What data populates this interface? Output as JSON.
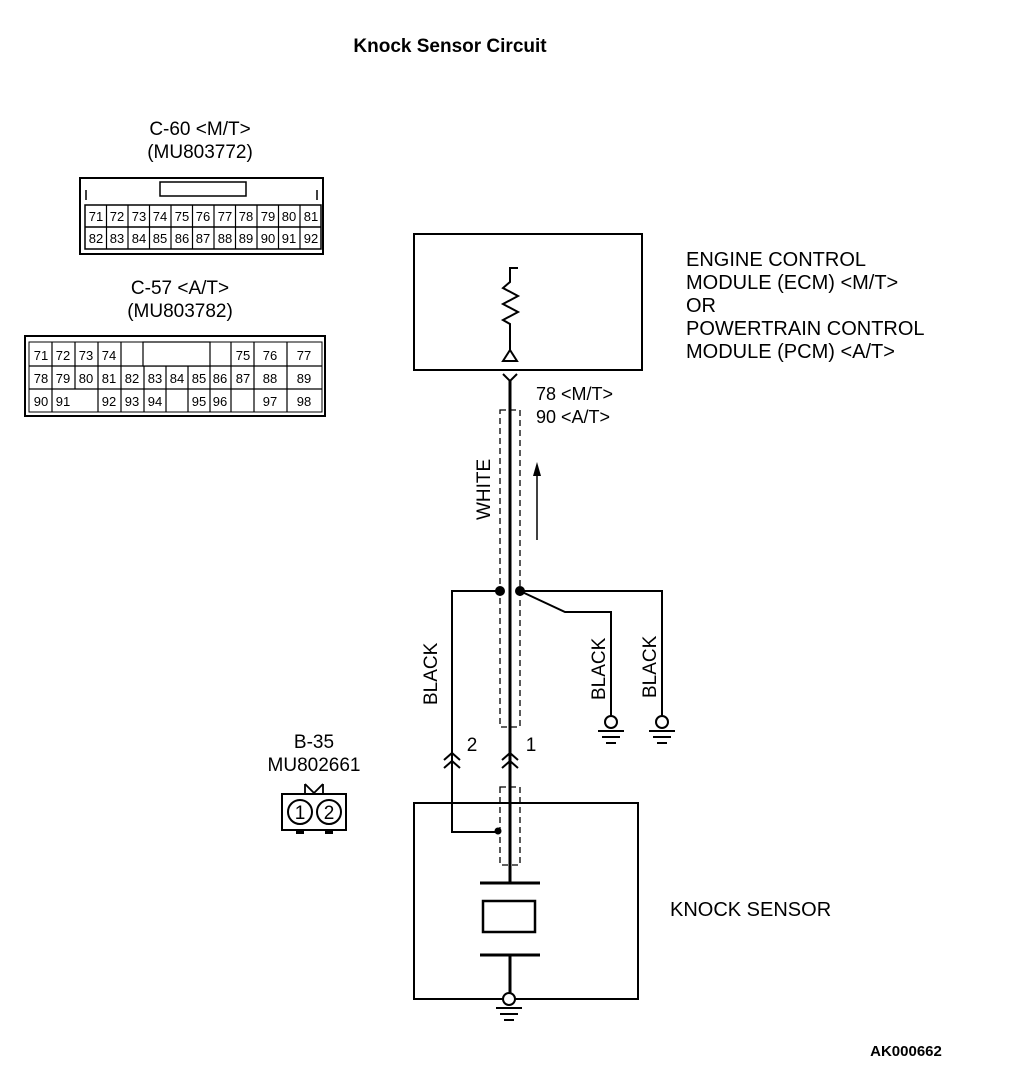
{
  "title": "Knock Sensor Circuit",
  "connector_c60": {
    "name": "C-60 <M/T>",
    "part": "(MU803772)",
    "row1": [
      "71",
      "72",
      "73",
      "74",
      "75",
      "76",
      "77",
      "78",
      "79",
      "80",
      "81"
    ],
    "row2": [
      "82",
      "83",
      "84",
      "85",
      "86",
      "87",
      "88",
      "89",
      "90",
      "91",
      "92"
    ]
  },
  "connector_c57": {
    "name": "C-57 <A/T>",
    "part": "(MU803782)",
    "row1_left": [
      "71",
      "72",
      "73",
      "74"
    ],
    "row1_right": [
      "75",
      "76",
      "77"
    ],
    "row2": [
      "78",
      "79",
      "80",
      "81",
      "82",
      "83",
      "84",
      "85",
      "86",
      "87",
      "88",
      "89"
    ],
    "row3_left": [
      "90",
      "91"
    ],
    "row3_mid1": [
      "92",
      "93",
      "94"
    ],
    "row3_mid2": [
      "95",
      "96"
    ],
    "row3_right": [
      "97",
      "98"
    ]
  },
  "module_label": [
    "ENGINE CONTROL",
    "MODULE (ECM) <M/T>",
    "OR",
    "POWERTRAIN CONTROL",
    "MODULE (PCM) <A/T>"
  ],
  "module_pins": [
    "78 <M/T>",
    "90 <A/T>"
  ],
  "wire_white": "WHITE",
  "wire_black_left": "BLACK",
  "wire_black_mid": "BLACK",
  "wire_black_right": "BLACK",
  "connector_b35": {
    "name": "B-35",
    "part": "MU802661",
    "pin1": "1",
    "pin2": "2"
  },
  "pin_labels": {
    "left": "2",
    "right": "1"
  },
  "sensor_label": "KNOCK SENSOR",
  "figure_code": "AK000662"
}
